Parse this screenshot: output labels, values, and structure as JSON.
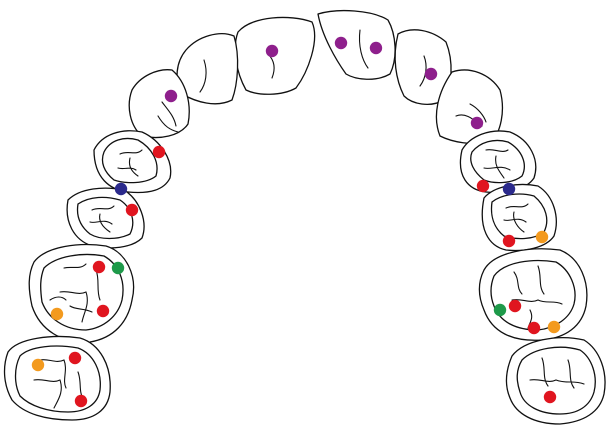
{
  "colors": {
    "outline": "#111111",
    "background": "#ffffff",
    "purple": "#8e1f8c",
    "red": "#e0151f",
    "navy": "#2b2a8c",
    "green": "#1e9a4a",
    "orange": "#f39a1e"
  },
  "marker_legend": {
    "purple": "contact-marker-purple",
    "red": "contact-marker-red",
    "navy": "contact-marker-navy",
    "green": "contact-marker-green",
    "orange": "contact-marker-orange"
  }
}
